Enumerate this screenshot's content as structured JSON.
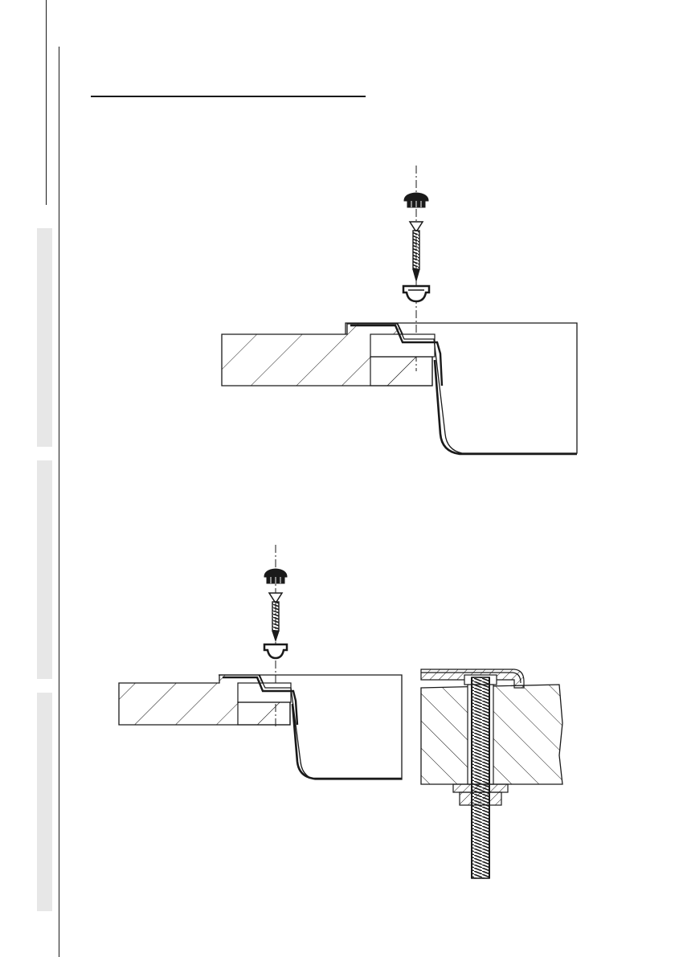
{
  "page": {
    "heading_rule": true,
    "side_tabs": 3,
    "colors": {
      "line": "#1a1a1a",
      "tab": "#e7e7e7",
      "paper": "#ffffff"
    }
  },
  "figures": [
    {
      "name": "fig-top-inset-sink-fixing",
      "parts": [
        "cap-icon",
        "screw-icon",
        "plug-icon",
        "worktop-section",
        "sink-bowl"
      ]
    },
    {
      "name": "fig-bottom-left-inset-sink-fixing",
      "parts": [
        "cap-icon",
        "screw-icon",
        "plug-icon",
        "worktop-section",
        "sink-bowl"
      ]
    },
    {
      "name": "fig-bottom-right-bolt-section",
      "parts": [
        "threaded-rod",
        "nut",
        "washer",
        "worktop-section",
        "sink-rim"
      ]
    }
  ]
}
